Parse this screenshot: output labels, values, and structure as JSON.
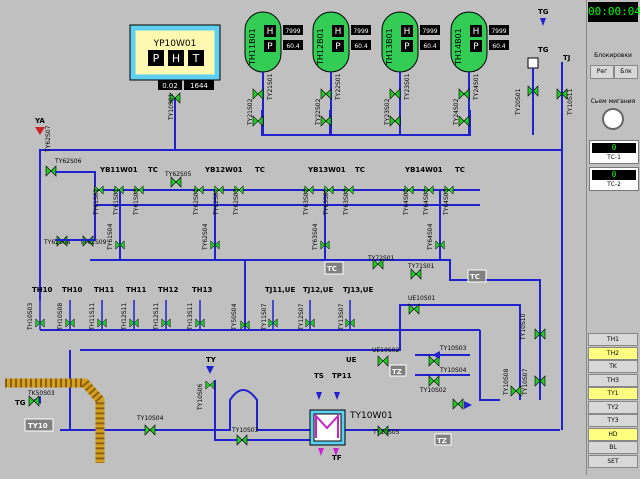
{
  "clock": "00:00:04",
  "colors": {
    "pipe": "#2222cc",
    "valve": "#22cc22",
    "valve_closed": "#cc2222",
    "tank": "#33cc55",
    "bg": "#c0c0c0"
  },
  "tank_main": {
    "name": "YP10W01",
    "letters": [
      "P",
      "H",
      "T"
    ],
    "left_value": "0.02",
    "right_value": "1644"
  },
  "tanks": [
    {
      "name": "TH11B01",
      "h": "H",
      "p": "P",
      "val1": "7999",
      "val2": "60.4"
    },
    {
      "name": "TH12B01",
      "h": "H",
      "p": "P",
      "val1": "7999",
      "val2": "60.4"
    },
    {
      "name": "TH13B01",
      "h": "H",
      "p": "P",
      "val1": "7999",
      "val2": "60.4"
    },
    {
      "name": "TH14B01",
      "h": "H",
      "p": "P",
      "val1": "7999",
      "val2": "60.4"
    }
  ],
  "tanks_valves": [
    [
      "TY21S02",
      "TY21S01"
    ],
    [
      "TY22S02",
      "TY22S01"
    ],
    [
      "TY23S02",
      "TY23S01"
    ],
    [
      "TY24S02",
      "TY24S01"
    ]
  ],
  "top_right": {
    "tg1": "TG",
    "tg2": "TG",
    "tj": "TJ",
    "v1": "TY20S01",
    "v2": "TY10S11"
  },
  "main_tank_valve": "TY10S01",
  "left_block": {
    "ya": "YA",
    "v1": "TY62S07",
    "v2": "TY62S06",
    "v3": "TY62S08",
    "v4": "TY62S09"
  },
  "yb_groups": [
    {
      "yb": "YB11W01",
      "tc": "TC",
      "valves": [
        "TY61S02",
        "TY61S01",
        "TY61S03"
      ],
      "bottom": "TY61S04"
    },
    {
      "yb": "YB12W01",
      "tc": "TC",
      "valves": [
        "TY62S02",
        "TY62S01",
        "TY62S03"
      ],
      "bottom": "TY62S04"
    },
    {
      "yb": "YB13W01",
      "tc": "TC",
      "valves": [
        "TY63S02",
        "TY63S01",
        "TY63S03"
      ],
      "bottom": "TY63S04"
    },
    {
      "yb": "YB14W01",
      "tc": "TC",
      "valves": [
        "TY64S02",
        "TY64S01",
        "TY64S03"
      ],
      "bottom": "TY64S04"
    }
  ],
  "ty62s05": "TY62S05",
  "tc_boxes": [
    "TC",
    "TC"
  ],
  "mid_valves": {
    "v1": "TY72S01",
    "v2": "TY71S01"
  },
  "th_sensors": [
    {
      "label": "TH10",
      "valve": "TH10S03"
    },
    {
      "label": "TH10",
      "valve": "TH10S08"
    },
    {
      "label": "TH11",
      "valve": "TH11S11"
    },
    {
      "label": "TH11",
      "valve": "TH12S11"
    },
    {
      "label": "TH12",
      "valve": "TH12S11"
    },
    {
      "label": "TH13",
      "valve": "TH13S11"
    }
  ],
  "tj_sensors": [
    {
      "label": "TJ11,UE",
      "valve": "TY11S07"
    },
    {
      "label": "TJ12,UE",
      "valve": "TY12S07"
    },
    {
      "label": "TJ13,UE",
      "valve": "TY13S07"
    }
  ],
  "ty50s04": "TY50S04",
  "ue_labels": {
    "ue1": "UE10S01",
    "ue2": "UE10S02",
    "ue": "UE"
  },
  "right_valves": {
    "v1": "TY10S10",
    "v2": "TY10S03",
    "v3": "TY10S04",
    "v4": "TY10S08",
    "v5": "TY10S07",
    "v6": "TY10S02",
    "tz1": "TZ",
    "tz2": "TZ",
    "tz3": "TZ"
  },
  "bottom": {
    "tg": "TG",
    "tk": "TK50S03",
    "ty10": "TY10",
    "v1": "TY10S04",
    "v2": "TY10S06",
    "ty": "TY",
    "v3": "TY10S03",
    "ts": "TS",
    "tp": "TP11",
    "hx": "TY10W01",
    "tf": "TF",
    "v4": "TY10S05"
  },
  "side": {
    "block_title": "Блокировки",
    "reg": "Рег",
    "blk": "Блк",
    "reset_title": "Сьем мигания",
    "display1_val": "0",
    "display1_lbl": "ТС-1",
    "display2_val": "0",
    "display2_lbl": "ТС-2",
    "nav": [
      "TH1",
      "TH2",
      "TK",
      "TH3",
      "TY1",
      "TY2",
      "TY3",
      "HD",
      "BL",
      "SET"
    ]
  }
}
